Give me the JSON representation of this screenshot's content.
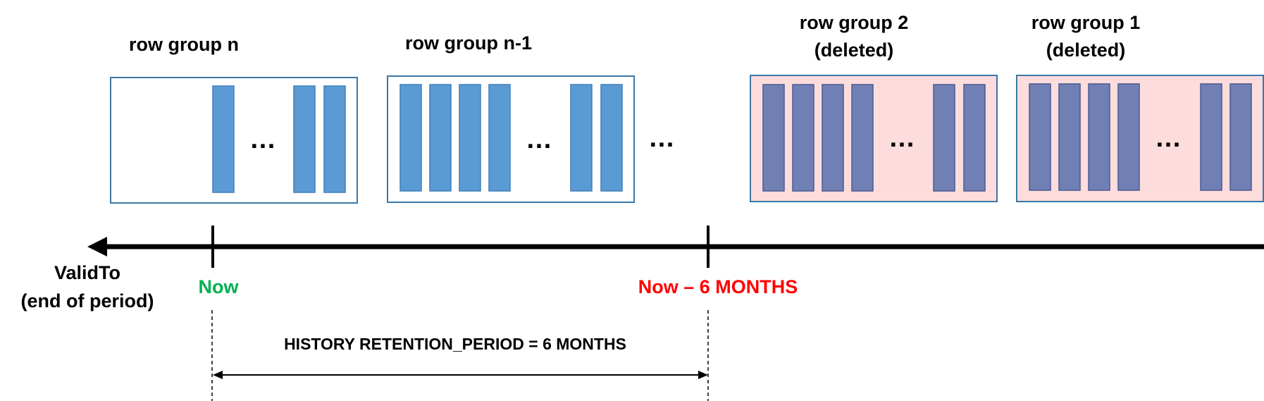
{
  "colors": {
    "background": "#ffffff",
    "group_fill_active": "#ffffff",
    "group_fill_deleted": "#fcdcdc",
    "group_border": "#3a78a8",
    "bar_active": "#5b9bd5",
    "bar_active_stroke": "#3f7fb8",
    "bar_deleted": "#7080b4",
    "bar_deleted_stroke": "#4a5b92",
    "axis": "#000000",
    "now_color": "#00b050",
    "cutoff_color": "#ff0000",
    "text": "#000000"
  },
  "row_groups": [
    {
      "id": "row-group-n",
      "title_lines": [
        "row group n"
      ],
      "deleted": false
    },
    {
      "id": "row-group-n-1",
      "title_lines": [
        "row group n-1"
      ],
      "deleted": false
    },
    {
      "id": "row-group-2",
      "title_lines": [
        "row group 2",
        "(deleted)"
      ],
      "deleted": true
    },
    {
      "id": "row-group-1",
      "title_lines": [
        "row group 1",
        "(deleted)"
      ],
      "deleted": true
    }
  ],
  "ellipsis": "…",
  "timeline": {
    "axis_label_lines": [
      "ValidTo",
      "(end of period)"
    ],
    "now_label": "Now",
    "cutoff_label": "Now – 6 MONTHS",
    "retention_label": "HISTORY RETENTION_PERIOD =  6 MONTHS"
  }
}
